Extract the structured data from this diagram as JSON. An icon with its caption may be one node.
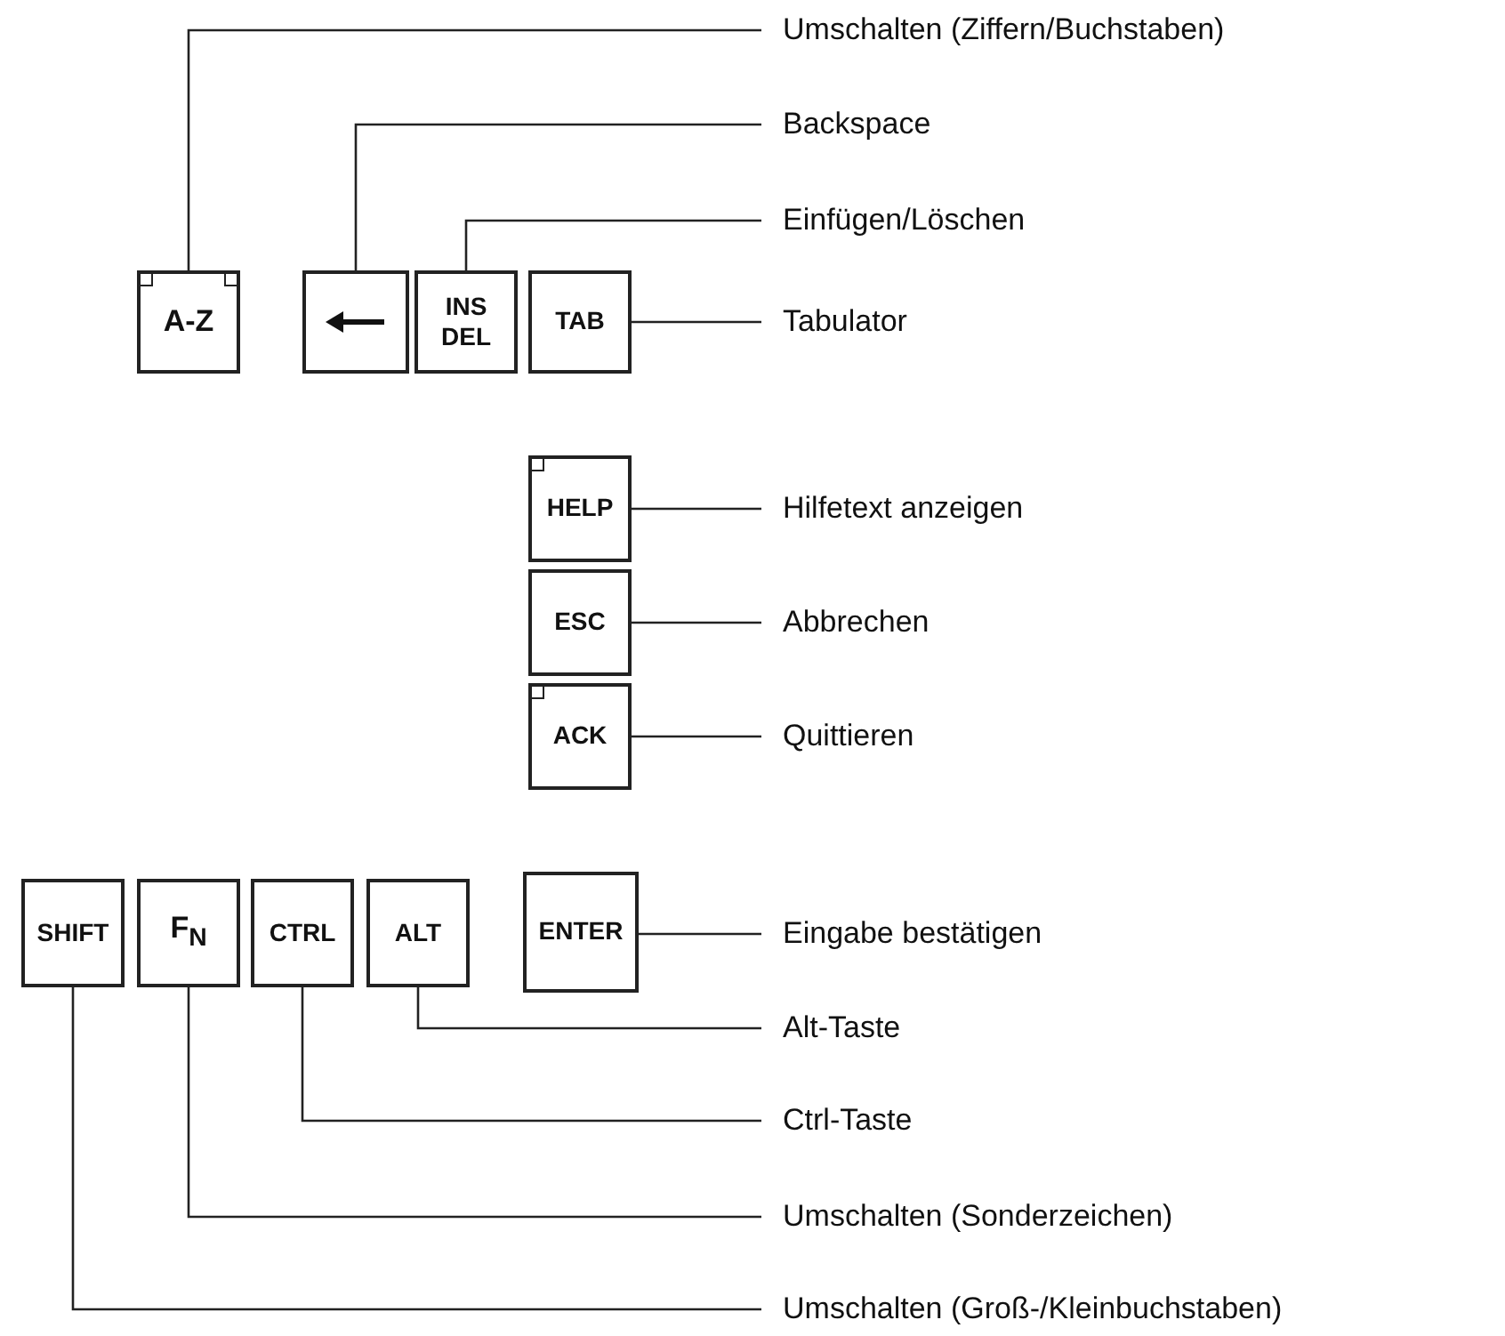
{
  "diagram": {
    "nodes": [
      {
        "text": [
          "A-Z"
        ]
      },
      {
        "text": [],
        "shape": "box"
      },
      {
        "text": [
          "INS",
          "DEL"
        ]
      },
      {
        "text": [
          "TAB"
        ]
      },
      {
        "text": [
          "HELP"
        ]
      },
      {
        "text": [
          "ESC"
        ]
      },
      {
        "text": [
          "ACK"
        ]
      },
      {
        "text": [
          "SHIFT"
        ]
      },
      {
        "text": [
          "F$_{N}$"
        ]
      },
      {
        "text": [
          "CTRL"
        ]
      },
      {
        "text": [
          "ALT"
        ]
      },
      {
        "text": [
          "ENTER"
        ]
      },
      {
        "text": [
          "Umschalten (Ziffern/Buchstaben)"
        ]
      },
      {
        "text": [
          "Backspace"
        ]
      },
      {
        "text": [
          "Einfügen/Löschen"
        ]
      },
      {
        "text": [
          "Tabulator"
        ]
      },
      {
        "text": [
          "Hilfetext anzeigen"
        ]
      },
      {
        "text": [
          "Abbrechen"
        ]
      },
      {
        "text": [
          "Quittieren"
        ]
      },
      {
        "text": [
          "Eingabe bestätigen"
        ]
      },
      {
        "text": [
          "Alt-Taste"
        ]
      },
      {
        "text": [
          "Ctrl-Taste"
        ]
      },
      {
        "text": [
          "Umschalten (Sonderzeichen)"
        ]
      },
      {
        "text": [
          "Umschalten (Groß-/Kleinbuchstaben)"
        ]
      }
    ],
    "edges": [
      {
        "from": 0,
        "to": 12,
        "arrow": "none"
      },
      {
        "from": 1,
        "to": 13,
        "arrow": "none"
      },
      {
        "from": 2,
        "to": 14,
        "arrow": "none"
      },
      {
        "from": 3,
        "to": 15,
        "arrow": "none"
      },
      {
        "from": 4,
        "to": 16,
        "arrow": "none"
      },
      {
        "from": 5,
        "to": 17,
        "arrow": "none"
      },
      {
        "from": 6,
        "to": 18,
        "arrow": "none"
      },
      {
        "from": 11,
        "to": 19,
        "arrow": "none"
      },
      {
        "from": 10,
        "to": 20,
        "arrow": "none"
      },
      {
        "from": 9,
        "to": 21,
        "arrow": "none"
      },
      {
        "from": 8,
        "to": 22,
        "arrow": "none"
      },
      {
        "from": 7,
        "to": 23,
        "arrow": "none"
      }
    ]
  }
}
